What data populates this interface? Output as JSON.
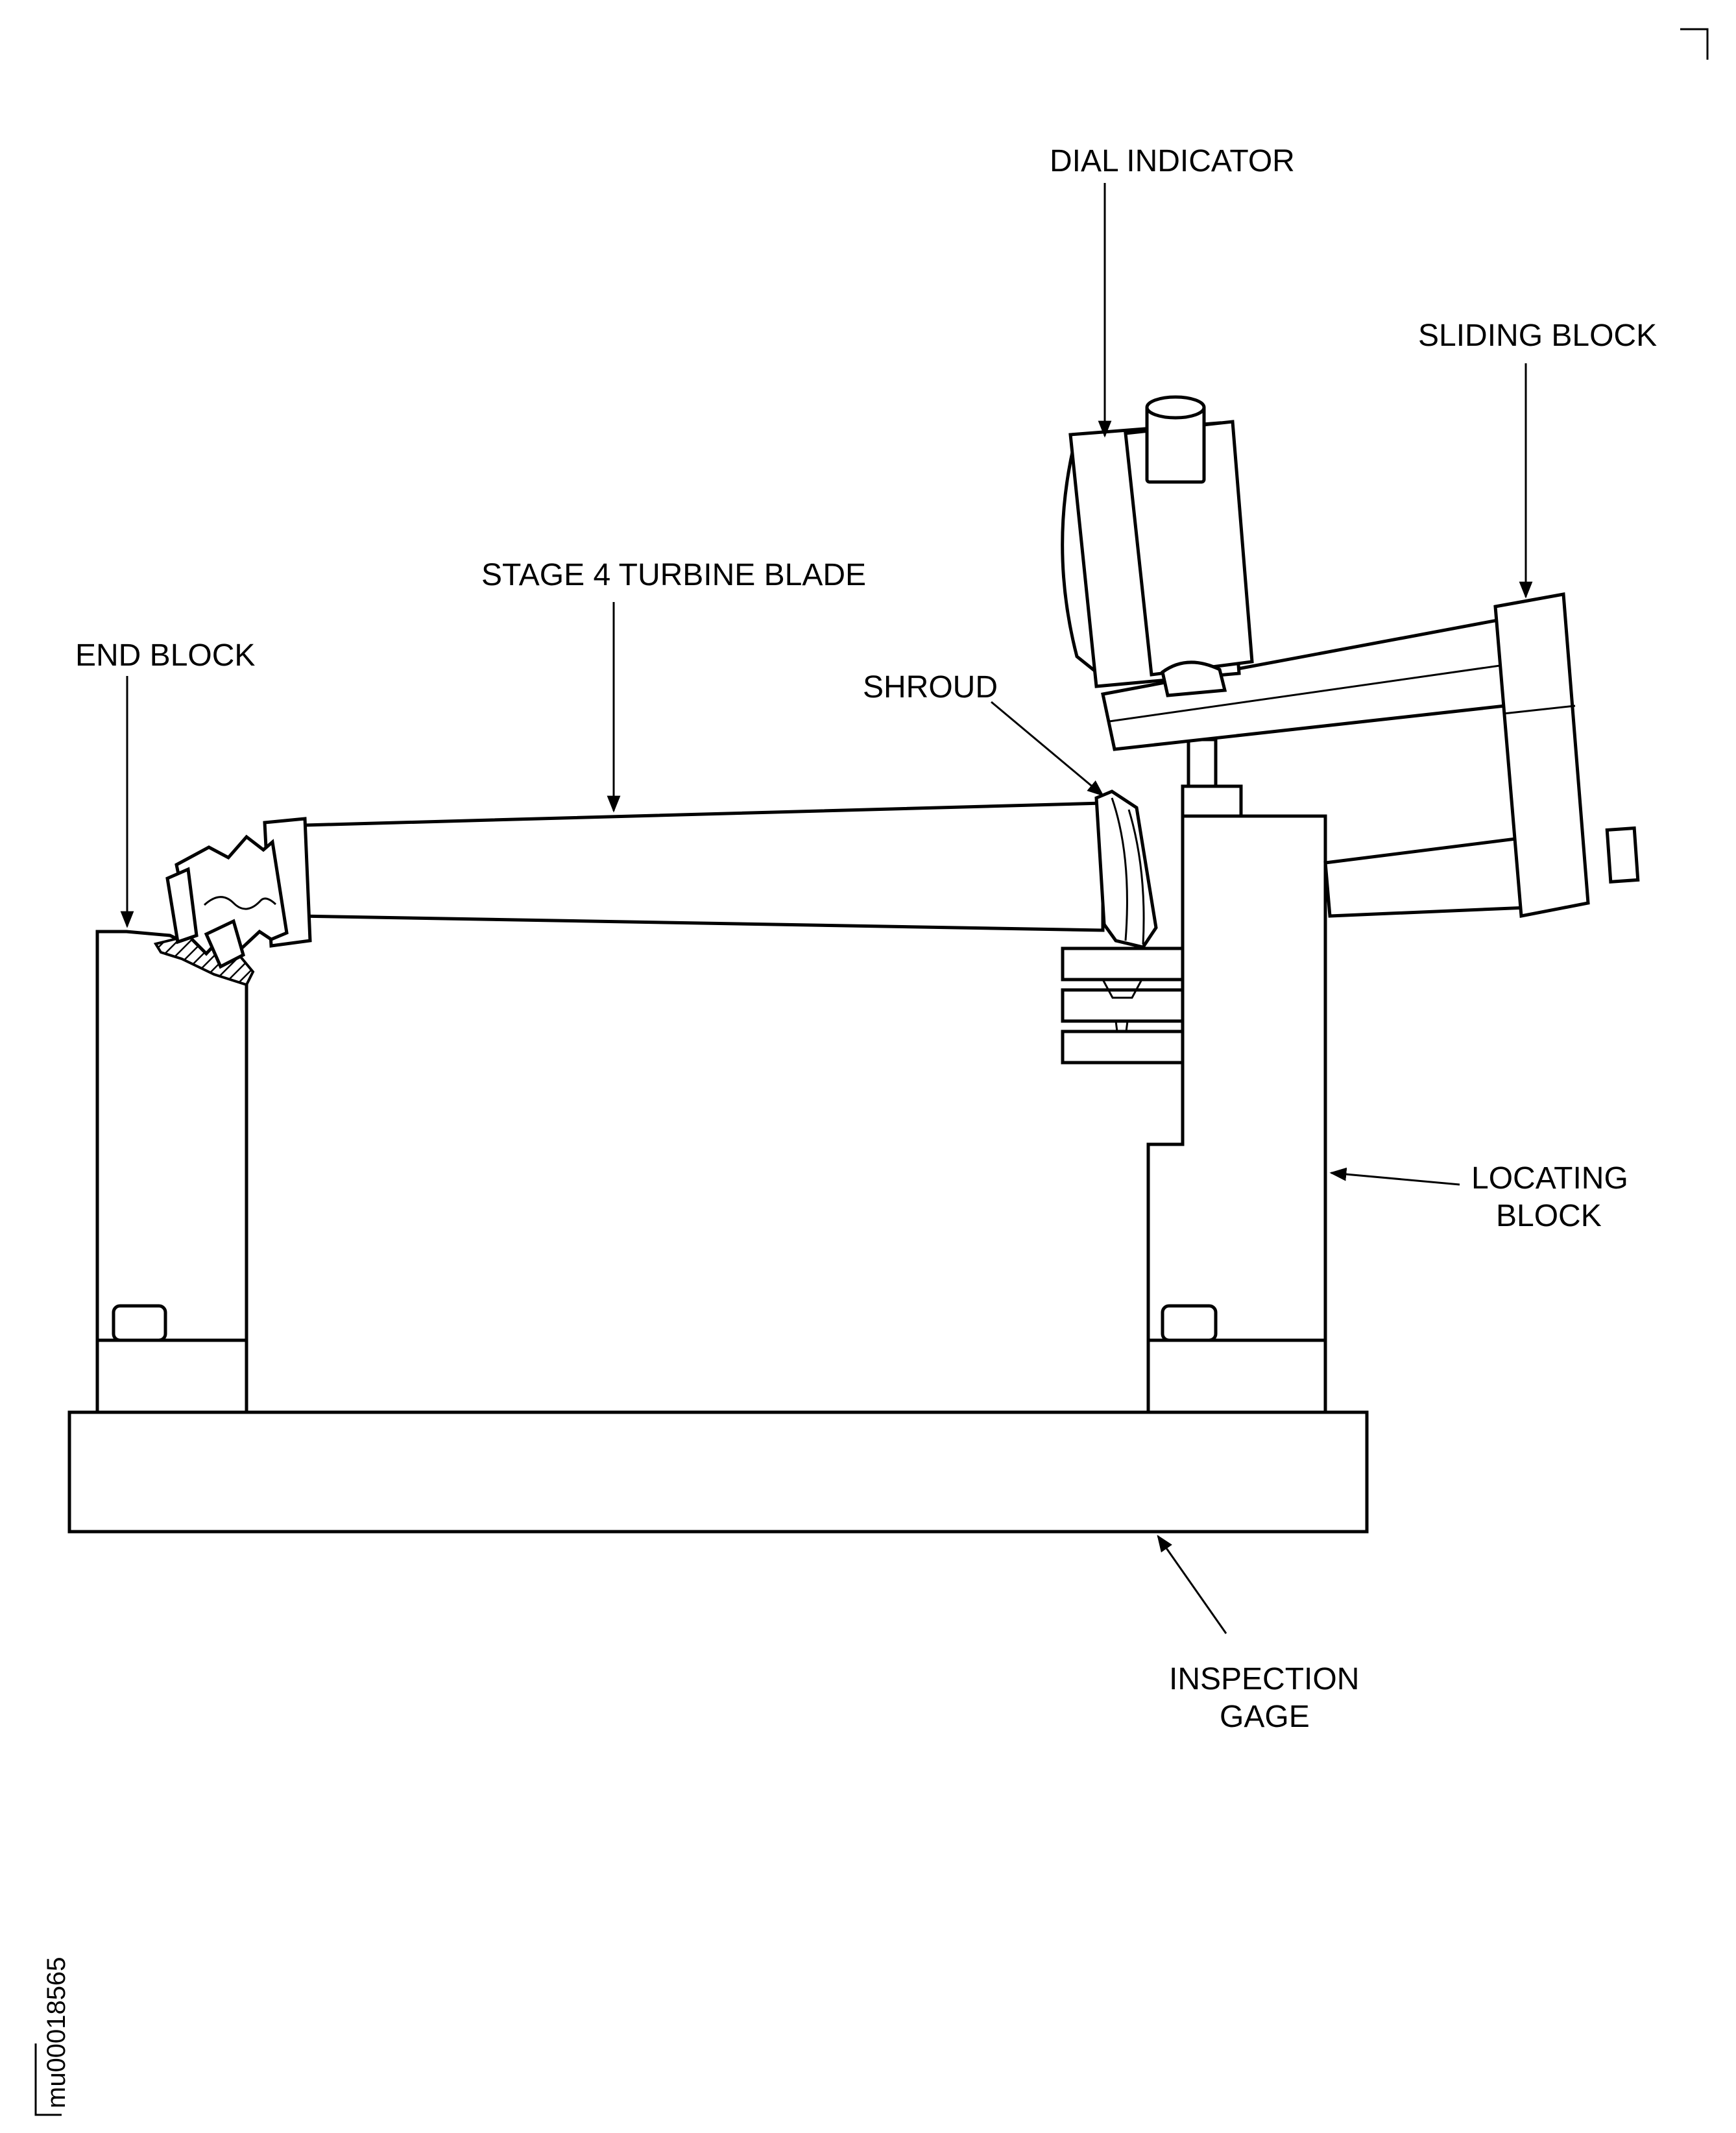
{
  "labels": {
    "dial_indicator": "DIAL INDICATOR",
    "sliding_block": "SLIDING BLOCK",
    "stage4_turbine_blade": "STAGE 4 TURBINE BLADE",
    "end_block": "END BLOCK",
    "shroud": "SHROUD",
    "locating_block_line1": "LOCATING",
    "locating_block_line2": "BLOCK",
    "inspection_gage_line1": "INSPECTION",
    "inspection_gage_line2": "GAGE"
  },
  "document_id": "mu00018565"
}
